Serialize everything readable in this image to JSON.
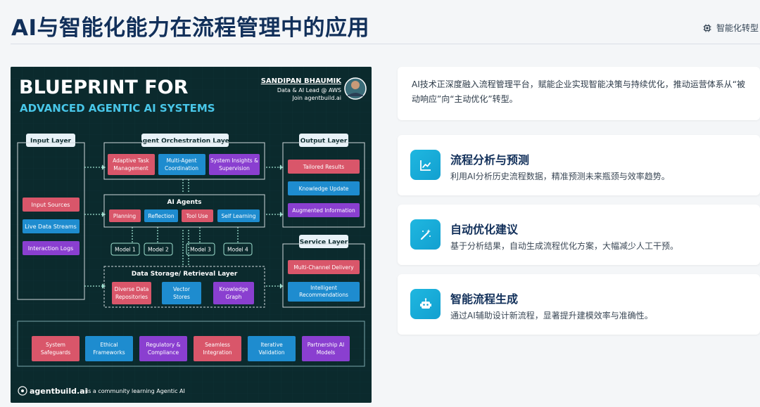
{
  "header": {
    "title": "AI与智能化能力在流程管理中的应用",
    "tag_label": "智能化转型",
    "tag_icon": "chip-icon"
  },
  "poster": {
    "title_line1": "BLUEPRINT FOR",
    "title_line2": "ADVANCED AGENTIC AI SYSTEMS",
    "author_name": "SANDIPAN BHAUMIK",
    "author_role": "Data & AI Lead @ AWS",
    "author_join": "Join agentbuild.ai",
    "input_layer": {
      "title": "Input Layer",
      "items": [
        "Input Sources",
        "Live Data Streams",
        "Interaction Logs"
      ]
    },
    "orchestration_layer": {
      "title": "Agent Orchestration Layer",
      "items": [
        "Adaptive Task Management",
        "Multi-Agent Coordination",
        "System Insights & Supervision"
      ]
    },
    "ai_agents": {
      "title": "AI Agents",
      "items": [
        "Planning",
        "Reflection",
        "Tool Use",
        "Self Learning"
      ]
    },
    "models": [
      "Model 1",
      "Model 2",
      "Model 3",
      "Model 4"
    ],
    "storage_layer": {
      "title": "Data Storage/ Retrieval Layer",
      "items": [
        "Diverse Data Repositories",
        "Vector Stores",
        "Knowledge Graph"
      ]
    },
    "output_layer": {
      "title": "Output Layer",
      "items": [
        "Tailored Results",
        "Knowledge Update",
        "Augmented Information"
      ]
    },
    "service_layer": {
      "title": "Service Layer",
      "items": [
        "Multi-Channel Delivery",
        "Intelligent Recommendations"
      ]
    },
    "governance": [
      "System Safeguards",
      "Ethical Frameworks",
      "Regulatory & Compliance",
      "Seamless Integration",
      "Iterative Validation",
      "Partnership AI Models"
    ],
    "footer_brand": "agentbuild.ai",
    "footer_text": "is a community learning Agentic AI",
    "colors": {
      "background": "#0b2a2d",
      "red": "#d9566a",
      "blue": "#1e8ccf",
      "purple": "#8a3fd0",
      "panel_border": "#cfd8dc",
      "title_box": "#e8f2f8"
    }
  },
  "intro": {
    "text": "AI技术正深度融入流程管理平台，赋能企业实现智能决策与持续优化，推动运营体系从“被动响应”向“主动优化”转型。"
  },
  "features": [
    {
      "icon": "chart-line-icon",
      "title": "流程分析与预测",
      "desc": "利用AI分析历史流程数据，精准预测未来瓶颈与效率趋势。"
    },
    {
      "icon": "magic-wand-icon",
      "title": "自动优化建议",
      "desc": "基于分析结果，自动生成流程优化方案，大幅减少人工干预。"
    },
    {
      "icon": "robot-icon",
      "title": "智能流程生成",
      "desc": "通过AI辅助设计新流程，显著提升建模效率与准确性。"
    }
  ]
}
